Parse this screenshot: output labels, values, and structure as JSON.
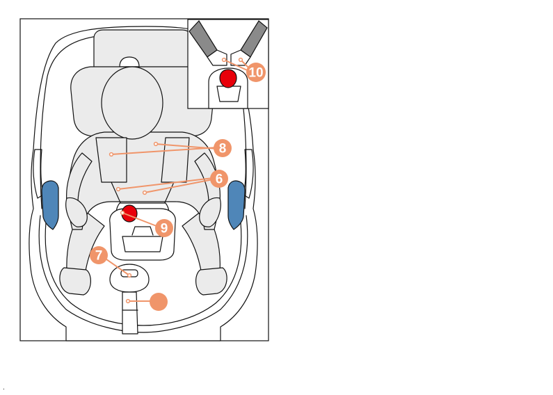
{
  "colors": {
    "callout": "#f0956a",
    "buckle": "#e8000a",
    "side_impact": "#4f86b8",
    "strap": "#8a8a8a",
    "fill": "#ebebeb"
  },
  "callouts": {
    "c6": "6",
    "c7": "7",
    "c8": "8",
    "c9": "9",
    "c10": "10",
    "blank": ""
  },
  "page_mark": "."
}
